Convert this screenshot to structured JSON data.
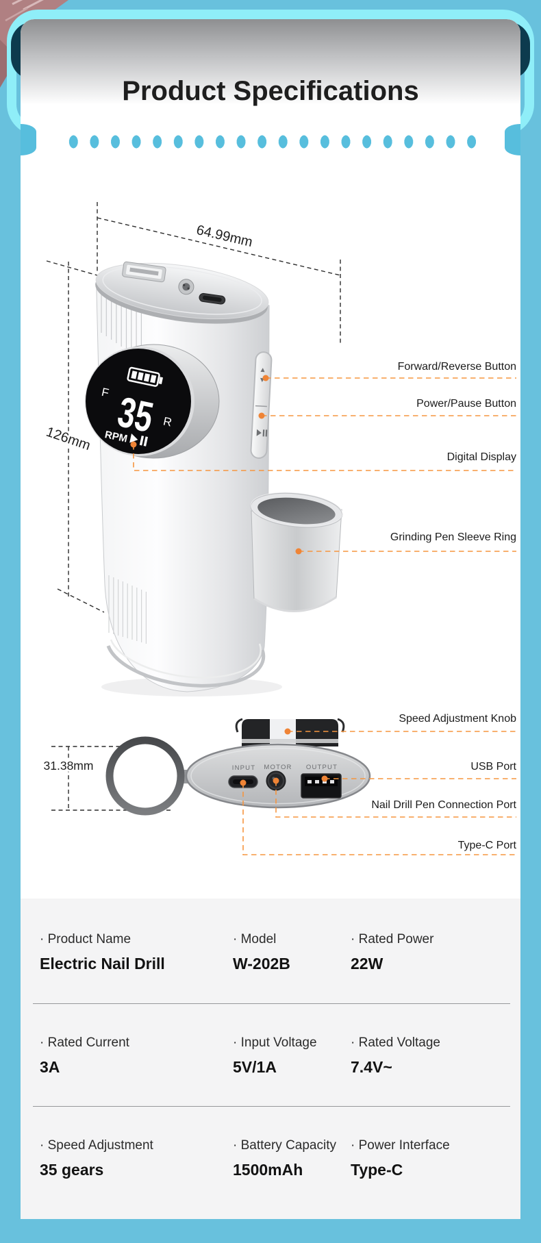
{
  "header": {
    "title": "Product Specifications"
  },
  "product_diagram": {
    "width_label": "64.99mm",
    "height_label": "126mm",
    "display": {
      "forward_label": "F",
      "reverse_label": "R",
      "speed_value": "35",
      "unit_label": "RPM"
    },
    "callouts": {
      "forward_reverse": "Forward/Reverse Button",
      "power_pause": "Power/Pause Button",
      "digital_display": "Digital Display",
      "sleeve_ring": "Grinding Pen Sleeve Ring"
    }
  },
  "ports_diagram": {
    "height_label": "31.38mm",
    "port_labels": {
      "input": "INPUT",
      "motor": "MOTOR",
      "output": "OUTPUT"
    },
    "callouts": {
      "speed_knob": "Speed Adjustment Knob",
      "usb": "USB Port",
      "motor_port": "Nail Drill Pen Connection Port",
      "type_c": "Type-C Port"
    }
  },
  "specs": {
    "rows": [
      {
        "cells": [
          {
            "label": "· Product Name",
            "value": "Electric Nail Drill"
          },
          {
            "label": "· Model",
            "value": "W-202B"
          },
          {
            "label": "· Rated Power",
            "value": "22W"
          }
        ]
      },
      {
        "cells": [
          {
            "label": "· Rated Current",
            "value": "3A"
          },
          {
            "label": "· Input Voltage",
            "value": "5V/1A"
          },
          {
            "label": "· Rated Voltage",
            "value": "7.4V~"
          }
        ]
      },
      {
        "cells": [
          {
            "label": "· Speed Adjustment",
            "value": "35 gears"
          },
          {
            "label": "· Battery Capacity",
            "value": "1500mAh"
          },
          {
            "label": "· Power Interface",
            "value": "Type-C"
          }
        ]
      }
    ]
  },
  "colors": {
    "background": "#68c1dd",
    "frame": "#8feef8",
    "frame_dark": "#0d3b4e",
    "dots": "#57bedd",
    "accent_orange": "#f6953f"
  }
}
